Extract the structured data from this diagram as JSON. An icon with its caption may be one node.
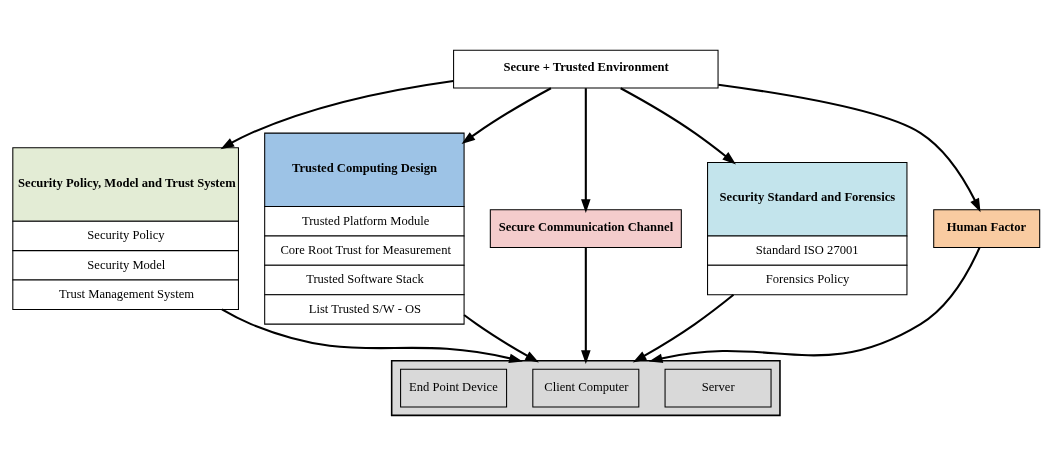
{
  "diagram": {
    "nodes": [
      {
        "text": [
          "Secure + Trusted Environment"
        ]
      },
      {
        "text": [
          "Security Policy, Model and Trust System",
          "Security Policy",
          "Security Model",
          "Trust Management System"
        ]
      },
      {
        "text": [
          "Trusted Computing Design",
          "Trusted Platform Module",
          "Core Root Trust for Measurement",
          "Trusted Software Stack",
          "List Trusted S/W - OS"
        ]
      },
      {
        "text": [
          "Secure Communication Channel"
        ]
      },
      {
        "text": [
          "Security Standard and Forensics",
          "Standard ISO 27001",
          "Forensics Policy"
        ]
      },
      {
        "text": [
          "Human Factor"
        ]
      },
      {
        "text": [],
        "shape": "box"
      },
      {
        "text": [
          "End Point Device"
        ],
        "in": 6
      },
      {
        "text": [
          "Client Computer"
        ],
        "in": 6
      },
      {
        "text": [
          "Server"
        ],
        "in": 6
      }
    ],
    "edges": [
      {
        "from": 0,
        "to": 1,
        "arrow": "to"
      },
      {
        "from": 0,
        "to": 2,
        "arrow": "to"
      },
      {
        "from": 0,
        "to": 3,
        "arrow": "to"
      },
      {
        "from": 0,
        "to": 4,
        "arrow": "to"
      },
      {
        "from": 0,
        "to": 5,
        "arrow": "to"
      },
      {
        "from": 1,
        "to": 6,
        "arrow": "to"
      },
      {
        "from": 2,
        "to": 6,
        "arrow": "to"
      },
      {
        "from": 3,
        "to": 6,
        "arrow": "to"
      },
      {
        "from": 4,
        "to": 6,
        "arrow": "to"
      },
      {
        "from": 5,
        "to": 6,
        "arrow": "to"
      }
    ]
  }
}
